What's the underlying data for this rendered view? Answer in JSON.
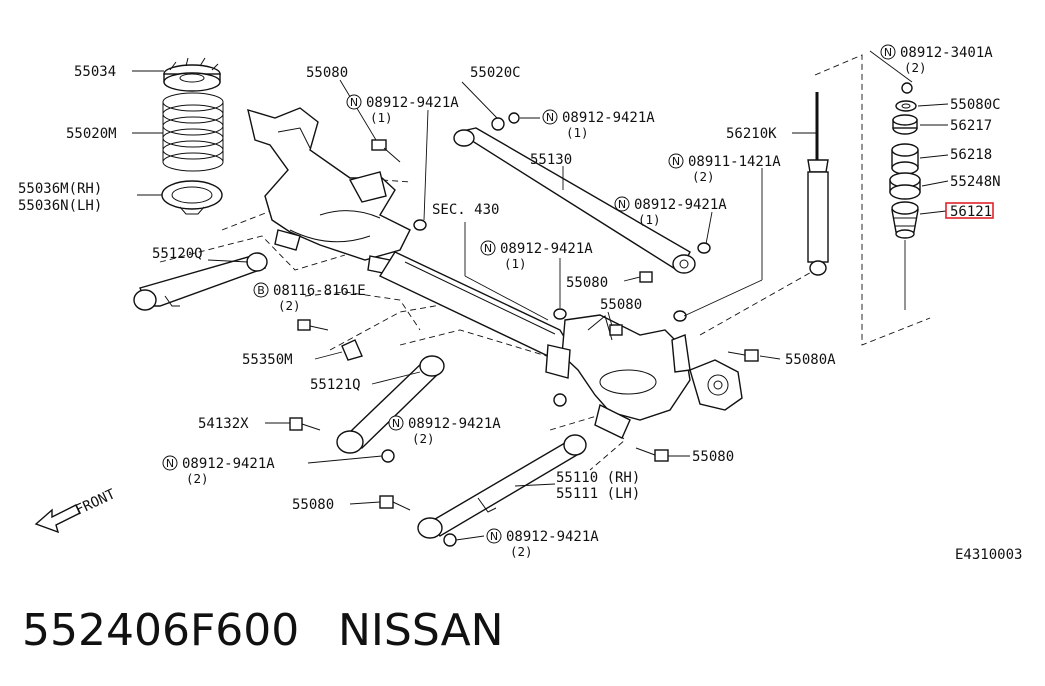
{
  "labels": {
    "spring_seat_upper": "55034",
    "coil_spring": "55020M",
    "spring_seat_lower_rh": "55036M(RH)",
    "spring_seat_lower_lh": "55036N(LH)",
    "bolt_top": "55080",
    "nut_top": "08912-9421A",
    "nut_top_qty": "(1)",
    "link_55020c": "55020C",
    "nut_upper_right": "08912-9421A",
    "nut_upper_right_qty": "(1)",
    "upper_link": "55130",
    "nut_mid": "08911-1421A",
    "nut_mid_qty": "(2)",
    "nut_mid2": "08912-9421A",
    "nut_mid2_qty": "(1)",
    "sec_ref": "SEC. 430",
    "nut_center": "08912-9421A",
    "nut_center_qty": "(1)",
    "bolt_center": "55080",
    "bolt_center2": "55080",
    "arm_left": "55120Q",
    "bolt_b": "08116-8161E",
    "bolt_b_qty": "(2)",
    "bracket": "55350M",
    "arm_lower": "55121Q",
    "bolt_55080a": "55080A",
    "stabilizer": "54132X",
    "nut_lower": "08912-9421A",
    "nut_lower_qty": "(2)",
    "nut_left_lower": "08912-9421A",
    "nut_left_lower_qty": "(2)",
    "bolt_lower_right": "55080",
    "lower_link_rh": "55110 (RH)",
    "lower_link_lh": "55111 (LH)",
    "bolt_bottom": "55080",
    "nut_bottom": "08912-9421A",
    "nut_bottom_qty": "(2)",
    "shock": "56210K",
    "nut_shock_top": "08912-3401A",
    "nut_shock_top_qty": "(2)",
    "washer": "55080C",
    "bushing_56217": "56217",
    "bushing_56218": "56218",
    "mount_55248n": "55248N",
    "bump_stop": "56121",
    "front": "FRONT",
    "diagram_code": "E4310003",
    "part_number": "552406F600",
    "brand": "NISSAN"
  },
  "marks": {
    "n": "N",
    "b": "B"
  },
  "highlight_color": "#e0242b"
}
